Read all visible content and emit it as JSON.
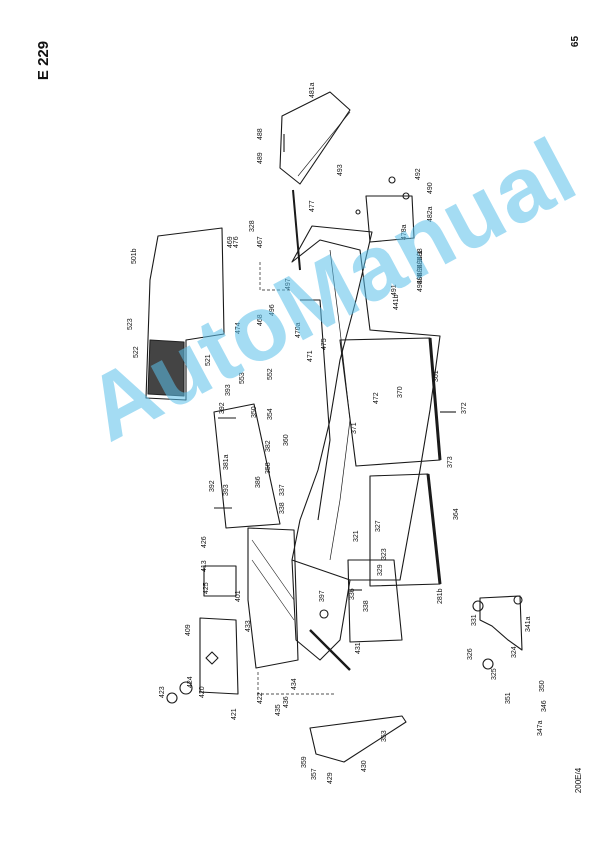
{
  "page": {
    "code": "E 229",
    "page_number": "65",
    "footer_code": "200E/4"
  },
  "watermark": {
    "text": "AutoManual",
    "color": "#5bc0eb"
  },
  "callouts": [
    "481a",
    "488",
    "489",
    "477",
    "493",
    "492",
    "490",
    "482a",
    "478a",
    "498",
    "498/1",
    "498/2",
    "498/3",
    "498/4",
    "491",
    "441b",
    "469",
    "476",
    "467",
    "328",
    "501b",
    "523",
    "522",
    "521",
    "474",
    "468",
    "496",
    "497",
    "470a",
    "471",
    "472",
    "475",
    "361",
    "372",
    "373",
    "370",
    "371",
    "553",
    "552",
    "393",
    "392",
    "381a",
    "382",
    "350",
    "354",
    "360",
    "358",
    "386",
    "392",
    "393",
    "337",
    "338",
    "364",
    "327",
    "321",
    "323",
    "329",
    "281b",
    "426",
    "413",
    "425",
    "401",
    "409",
    "433",
    "397",
    "336",
    "338",
    "331",
    "341a",
    "326",
    "324",
    "325",
    "424",
    "423",
    "420",
    "421",
    "422",
    "435",
    "434",
    "436",
    "431",
    "351",
    "350",
    "346",
    "347a",
    "353",
    "359",
    "357",
    "429",
    "430"
  ]
}
